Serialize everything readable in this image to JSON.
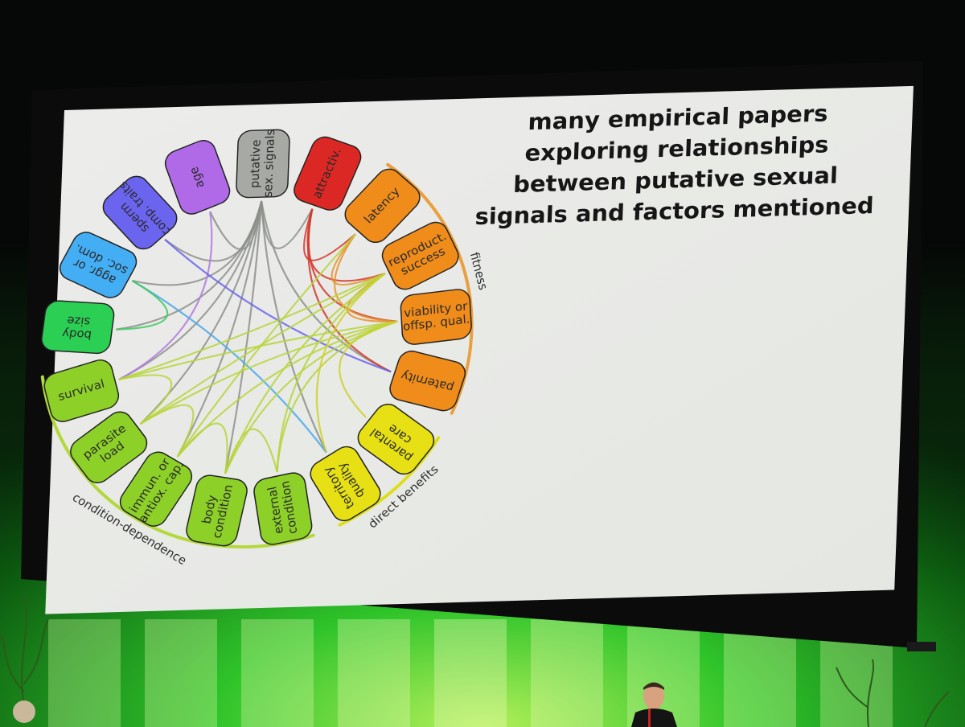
{
  "slide": {
    "text_lines": [
      "many empirical papers",
      "exploring relationships",
      "between putative sexual",
      "signals and factors mentioned"
    ]
  },
  "diagram": {
    "nodes": [
      {
        "id": "signals",
        "lines": [
          "putative",
          "sex. signals"
        ],
        "color": "#a7aaa4"
      },
      {
        "id": "attractiv",
        "lines": [
          "attractiv."
        ],
        "color": "#dc2824"
      },
      {
        "id": "latency",
        "lines": [
          "latency"
        ],
        "color": "#f08c1a"
      },
      {
        "id": "reproduct",
        "lines": [
          "reproduct.",
          "success"
        ],
        "color": "#f08c1a"
      },
      {
        "id": "viability",
        "lines": [
          "viability or",
          "offsp. qual."
        ],
        "color": "#f08c1a"
      },
      {
        "id": "paternity",
        "lines": [
          "paternity"
        ],
        "color": "#f08c1a"
      },
      {
        "id": "parental",
        "lines": [
          "parental",
          "care"
        ],
        "color": "#e6e014"
      },
      {
        "id": "territory",
        "lines": [
          "territory",
          "quality"
        ],
        "color": "#e6e014"
      },
      {
        "id": "external",
        "lines": [
          "external",
          "condition"
        ],
        "color": "#8cd028"
      },
      {
        "id": "body_condition",
        "lines": [
          "body",
          "condition"
        ],
        "color": "#8cd028"
      },
      {
        "id": "immun",
        "lines": [
          "immun. or",
          "antiox. cap."
        ],
        "color": "#8cd028"
      },
      {
        "id": "parasite",
        "lines": [
          "parasite",
          "load"
        ],
        "color": "#8cd028"
      },
      {
        "id": "survival",
        "lines": [
          "survival"
        ],
        "color": "#8cd028"
      },
      {
        "id": "body_size",
        "lines": [
          "body",
          "size"
        ],
        "color": "#2bcf54"
      },
      {
        "id": "aggr",
        "lines": [
          "aggr. or",
          "soc. dom."
        ],
        "color": "#44aef5"
      },
      {
        "id": "sperm",
        "lines": [
          "sperm",
          "comp. traits"
        ],
        "color": "#6a64ee"
      },
      {
        "id": "age",
        "lines": [
          "age"
        ],
        "color": "#b06ae8"
      }
    ],
    "group_arcs": [
      {
        "label": "fitness",
        "color": "#e8a040"
      },
      {
        "label": "direct benefits",
        "color": "#dede18"
      },
      {
        "label": "condition-dependence",
        "color": "#b4d83a"
      }
    ],
    "links": [
      {
        "from": "signals",
        "to": "attractiv",
        "color": "#8d918b"
      },
      {
        "from": "signals",
        "to": "age",
        "color": "#8d918b"
      },
      {
        "from": "signals",
        "to": "sperm",
        "color": "#8d918b"
      },
      {
        "from": "signals",
        "to": "aggr",
        "color": "#8d918b"
      },
      {
        "from": "signals",
        "to": "body_size",
        "color": "#8d918b"
      },
      {
        "from": "signals",
        "to": "survival",
        "color": "#8d918b"
      },
      {
        "from": "signals",
        "to": "parasite",
        "color": "#8d918b"
      },
      {
        "from": "signals",
        "to": "immun",
        "color": "#8d918b"
      },
      {
        "from": "signals",
        "to": "body_condition",
        "color": "#8d918b"
      },
      {
        "from": "signals",
        "to": "paternity",
        "color": "#8d918b"
      },
      {
        "from": "signals",
        "to": "territory",
        "color": "#8d918b"
      },
      {
        "from": "attractiv",
        "to": "latency",
        "color": "#d23a2e"
      },
      {
        "from": "attractiv",
        "to": "reproduct",
        "color": "#d23a2e"
      },
      {
        "from": "attractiv",
        "to": "viability",
        "color": "#d23a2e"
      },
      {
        "from": "attractiv",
        "to": "paternity",
        "color": "#d23a2e"
      },
      {
        "from": "latency",
        "to": "reproduct",
        "color": "#e6922a"
      },
      {
        "from": "latency",
        "to": "viability",
        "color": "#e6922a"
      },
      {
        "from": "reproduct",
        "to": "viability",
        "color": "#e6922a"
      },
      {
        "from": "age",
        "to": "survival",
        "color": "#b27ae2"
      },
      {
        "from": "sperm",
        "to": "paternity",
        "color": "#6a64ee"
      },
      {
        "from": "aggr",
        "to": "territory",
        "color": "#4aa8ea"
      },
      {
        "from": "body_size",
        "to": "aggr",
        "color": "#3ec964"
      },
      {
        "from": "survival",
        "to": "reproduct",
        "color": "#b6d53a"
      },
      {
        "from": "survival",
        "to": "viability",
        "color": "#b6d53a"
      },
      {
        "from": "parasite",
        "to": "viability",
        "color": "#b6d53a"
      },
      {
        "from": "parasite",
        "to": "reproduct",
        "color": "#b6d53a"
      },
      {
        "from": "immun",
        "to": "viability",
        "color": "#b6d53a"
      },
      {
        "from": "immun",
        "to": "latency",
        "color": "#b6d53a"
      },
      {
        "from": "body_condition",
        "to": "reproduct",
        "color": "#b6d53a"
      },
      {
        "from": "body_condition",
        "to": "viability",
        "color": "#b6d53a"
      },
      {
        "from": "external",
        "to": "viability",
        "color": "#b6d53a"
      },
      {
        "from": "external",
        "to": "reproduct",
        "color": "#b6d53a"
      },
      {
        "from": "territory",
        "to": "reproduct",
        "color": "#cfd02a"
      },
      {
        "from": "parental",
        "to": "viability",
        "color": "#cfd02a"
      },
      {
        "from": "survival",
        "to": "parasite",
        "color": "#b6d53a"
      },
      {
        "from": "parasite",
        "to": "immun",
        "color": "#b6d53a"
      },
      {
        "from": "immun",
        "to": "body_condition",
        "color": "#b6d53a"
      },
      {
        "from": "body_condition",
        "to": "external",
        "color": "#b6d53a"
      }
    ]
  }
}
